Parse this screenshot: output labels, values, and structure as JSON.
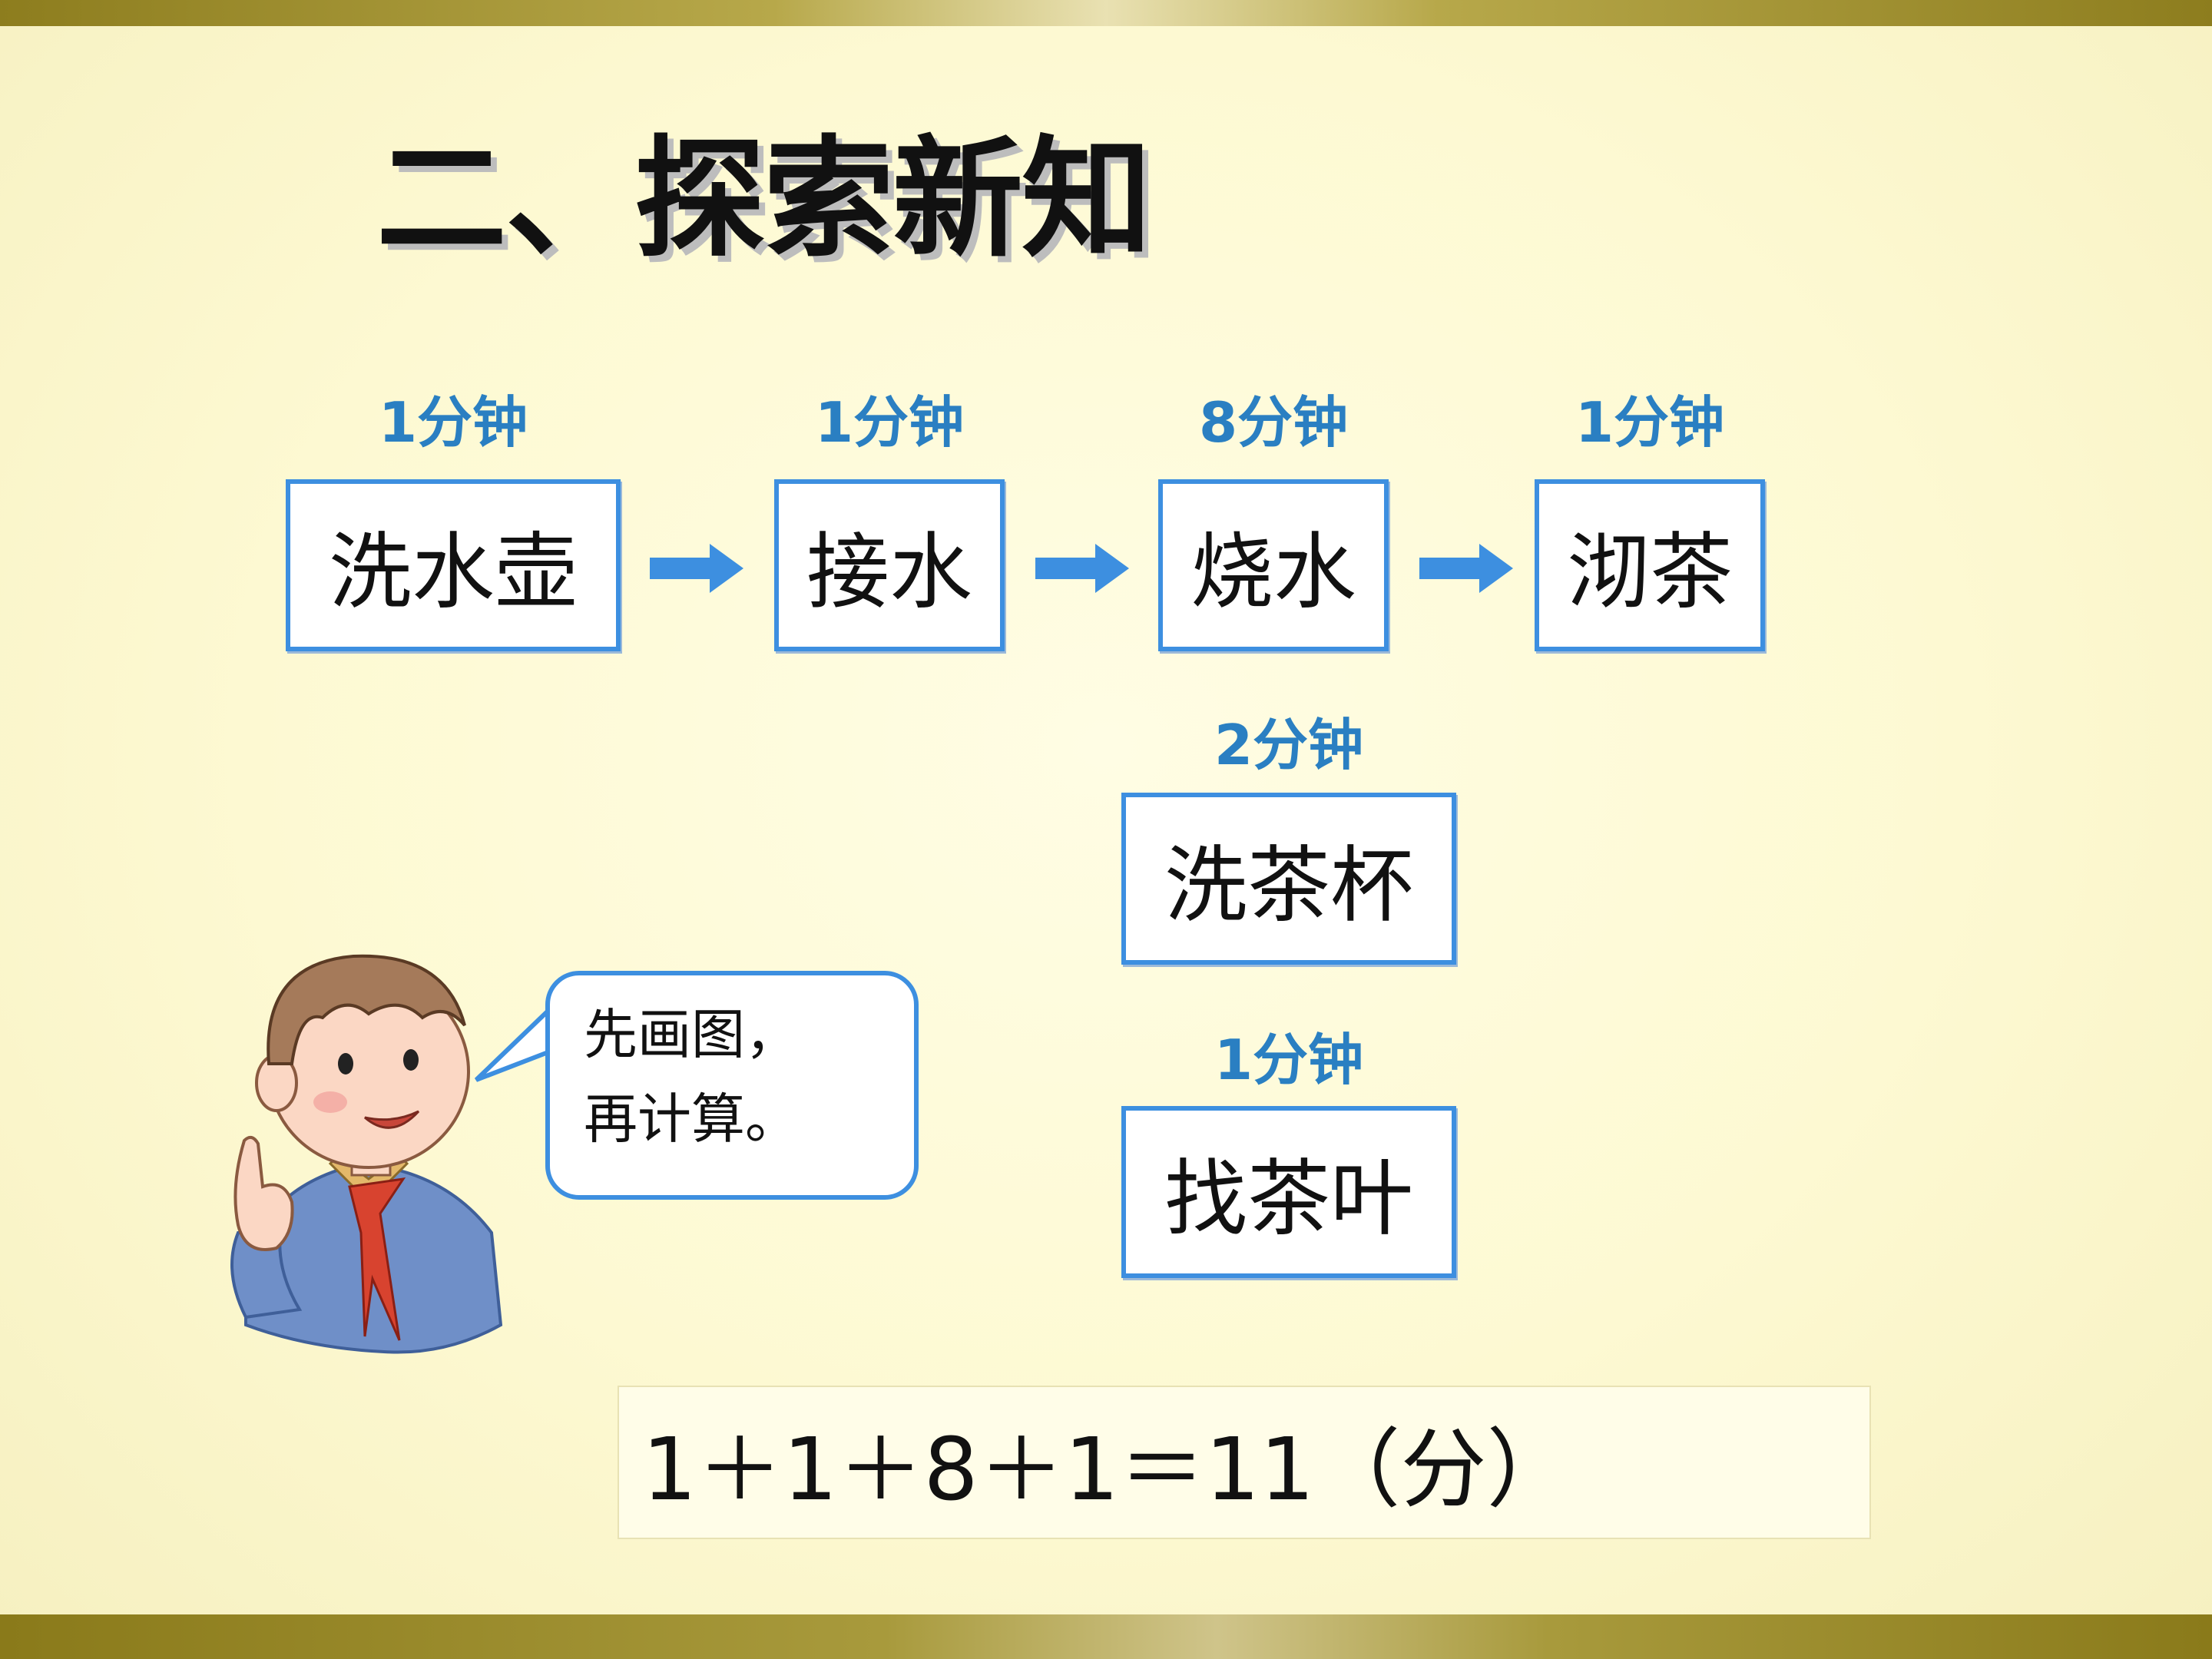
{
  "title": "二、探索新知",
  "main_steps": [
    {
      "time": "1分钟",
      "label": "洗水壶"
    },
    {
      "time": "1分钟",
      "label": "接水"
    },
    {
      "time": "8分钟",
      "label": "烧水"
    },
    {
      "time": "1分钟",
      "label": "沏茶"
    }
  ],
  "side_steps": [
    {
      "time": "2分钟",
      "label": "洗茶杯"
    },
    {
      "time": "1分钟",
      "label": "找茶叶"
    }
  ],
  "speech": {
    "line1": "先画图，",
    "line2": "再计算。"
  },
  "formula": "1＋1＋8＋1＝11（分）",
  "colors": {
    "accent": "#3d8fe0",
    "time_text": "#2a7fc2",
    "arrow": "#3d8fe0",
    "band": "#8d7d1e"
  }
}
